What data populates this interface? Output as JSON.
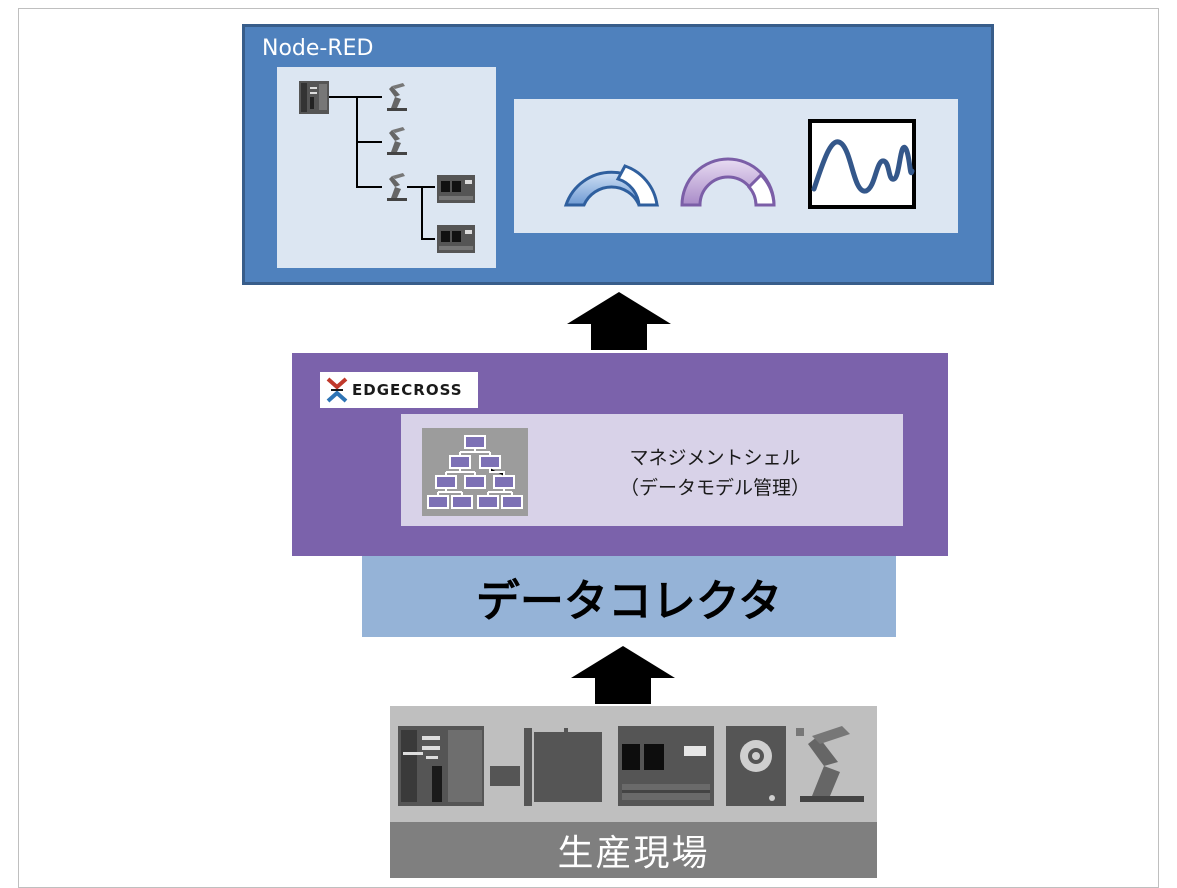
{
  "nodered": {
    "title": "Node-RED"
  },
  "edgecross": {
    "logo_text": "EDGECROSS",
    "management_shell": {
      "line1": "マネジメントシェル",
      "line2": "（データモデル管理）"
    }
  },
  "data_collector": {
    "label": "データコレクタ"
  },
  "production_site": {
    "label": "生産現場"
  },
  "colors": {
    "nodered_blue": "#4f81bd",
    "edgecross_purple": "#7b62ab",
    "collector_blue": "#95b3d7",
    "field_gray": "#7f7f7f"
  },
  "icons": [
    "plc-icon",
    "robot-arm-icon",
    "machine-unit-icon",
    "gauge-icon",
    "waveform-chart-icon",
    "hierarchy-icon",
    "servo-motor-icon",
    "arrow-up-icon"
  ]
}
